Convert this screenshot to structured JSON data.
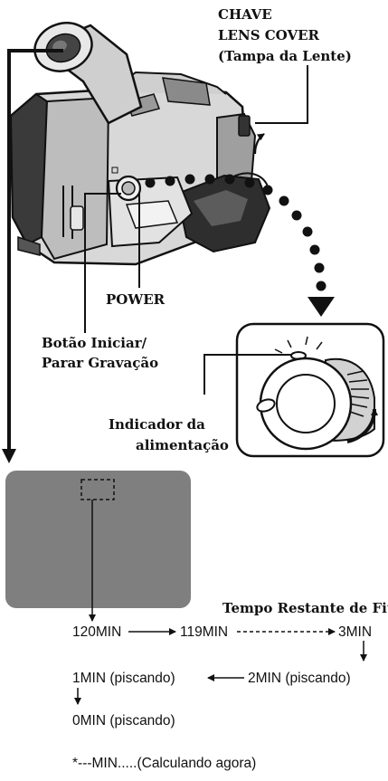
{
  "labels": {
    "lens_cover": [
      "CHAVE",
      "LENS COVER",
      "(Tampa da Lente)"
    ],
    "power": "POWER",
    "record_button": [
      "Botão Iniciar/",
      "Parar Gravação"
    ],
    "power_indicator": [
      "Indicador da",
      "alimentação"
    ],
    "tape_remaining_title": "Tempo Restante de Fita"
  },
  "sequence": {
    "row1": [
      "120MIN",
      "119MIN",
      "3MIN"
    ],
    "row2": [
      "1MIN (piscando)",
      "2MIN (piscando)"
    ],
    "row3": "0MIN (piscando)",
    "note": "*---MIN.....(Calculando agora)"
  },
  "colors": {
    "ink": "#111111",
    "screen": "#7f7f7f",
    "camera_dark": "#2a2a2a",
    "camera_light": "#d9d9d9"
  }
}
